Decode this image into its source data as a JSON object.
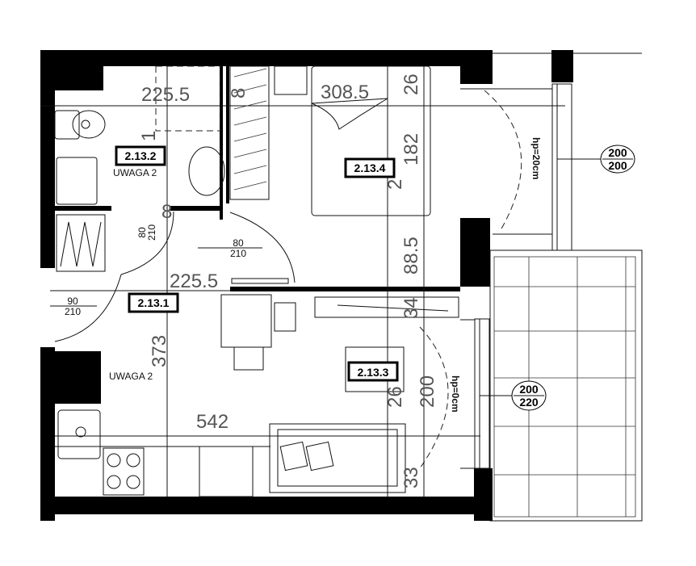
{
  "rooms": [
    {
      "id": "2.13.2",
      "note": "UWAGA 2"
    },
    {
      "id": "2.13.4"
    },
    {
      "id": "2.13.1"
    },
    {
      "id": "2.13.3",
      "note": "UWAGA 2"
    }
  ],
  "dimensions": {
    "bath_width": "225.5",
    "bed_width": "308.5",
    "bed_top": "26",
    "bed_length": "182",
    "bed_side": "2",
    "bed_bottom": "88.5",
    "hall_width": "225.5",
    "living_height": "373",
    "living_width": "542",
    "living_side": "26",
    "living_window": "200",
    "living_top": "34",
    "living_bottom": "33",
    "wardrobe_gap": "8",
    "bath_gap": "8",
    "bath_side": "1"
  },
  "doors": [
    {
      "width": "80",
      "height": "210"
    },
    {
      "width": "80",
      "height": "210"
    },
    {
      "width": "90",
      "height": "210"
    }
  ],
  "windows": [
    {
      "sill": "hp=20cm",
      "width": "200",
      "height": "200"
    },
    {
      "sill": "hp=0cm",
      "width": "200",
      "height": "220"
    }
  ]
}
